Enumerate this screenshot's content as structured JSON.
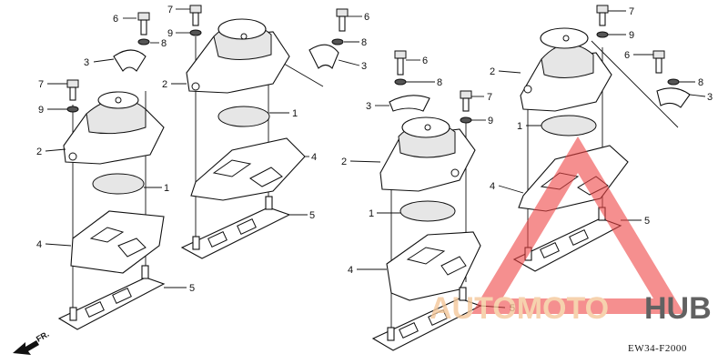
{
  "diagram": {
    "part_callouts": [
      {
        "id": "c6a",
        "label": "6"
      },
      {
        "id": "c8a",
        "label": "8"
      },
      {
        "id": "c3a",
        "label": "3"
      },
      {
        "id": "c7a",
        "label": "7"
      },
      {
        "id": "c9a",
        "label": "9"
      },
      {
        "id": "c2a",
        "label": "2"
      },
      {
        "id": "c1a",
        "label": "1"
      },
      {
        "id": "c4a",
        "label": "4"
      },
      {
        "id": "c5a",
        "label": "5"
      },
      {
        "id": "c7b",
        "label": "7"
      },
      {
        "id": "c9b",
        "label": "9"
      },
      {
        "id": "c2b",
        "label": "2"
      },
      {
        "id": "c1b",
        "label": "1"
      },
      {
        "id": "c4b",
        "label": "4"
      },
      {
        "id": "c5b",
        "label": "5"
      },
      {
        "id": "c6b",
        "label": "6"
      },
      {
        "id": "c8b",
        "label": "8"
      },
      {
        "id": "c3b",
        "label": "3"
      },
      {
        "id": "c6c",
        "label": "6"
      },
      {
        "id": "c8c",
        "label": "8"
      },
      {
        "id": "c3c",
        "label": "3"
      },
      {
        "id": "c7c",
        "label": "7"
      },
      {
        "id": "c9c",
        "label": "9"
      },
      {
        "id": "c2c",
        "label": "2"
      },
      {
        "id": "c1c",
        "label": "1"
      },
      {
        "id": "c4c",
        "label": "4"
      },
      {
        "id": "c5c",
        "label": "5"
      },
      {
        "id": "c7d",
        "label": "7"
      },
      {
        "id": "c9d",
        "label": "9"
      },
      {
        "id": "c2d",
        "label": "2"
      },
      {
        "id": "c1d",
        "label": "1"
      },
      {
        "id": "c4d",
        "label": "4"
      },
      {
        "id": "c5d",
        "label": "5"
      },
      {
        "id": "c6d",
        "label": "6"
      },
      {
        "id": "c8d",
        "label": "8"
      },
      {
        "id": "c3d",
        "label": "3"
      }
    ],
    "direction_label": "FR.",
    "diagram_code": "EW34-F2000"
  },
  "watermark": {
    "text_orange": "AUTOMOTO",
    "text_grey": "HUB",
    "orange_color": "#f5c89a",
    "grey_color": "#3a3a3a",
    "triangle_color": "#ee4444"
  }
}
